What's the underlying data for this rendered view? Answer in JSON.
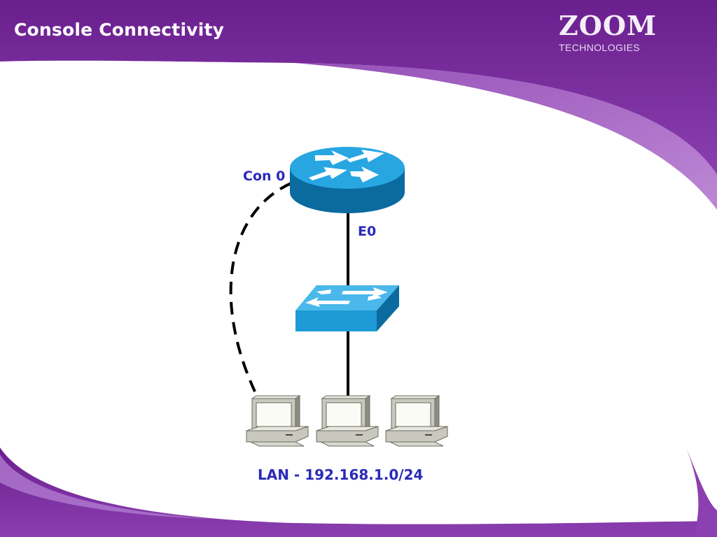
{
  "slide": {
    "title": "Console Connectivity",
    "logo": {
      "name": "ZOOM",
      "tagline": "TECHNOLOGIES"
    }
  },
  "diagram": {
    "nodes": [
      {
        "id": "router",
        "kind": "router-icon",
        "label": ""
      },
      {
        "id": "switch",
        "kind": "switch-icon",
        "label": ""
      },
      {
        "id": "pc1",
        "kind": "workstation-icon",
        "label": ""
      },
      {
        "id": "pc2",
        "kind": "workstation-icon",
        "label": ""
      },
      {
        "id": "pc3",
        "kind": "workstation-icon",
        "label": ""
      }
    ],
    "links": [
      {
        "from": "router",
        "to": "switch",
        "style": "solid",
        "port_label": "E0"
      },
      {
        "from": "switch",
        "to": "pc2",
        "style": "solid"
      },
      {
        "from": "router",
        "to": "pc1",
        "style": "dashed",
        "port_label": "Con 0"
      }
    ],
    "labels": {
      "console_port": "Con 0",
      "ethernet_port": "E0",
      "lan": "LAN - 192.168.1.0/24"
    }
  },
  "colors": {
    "banner": "#7a2a9c",
    "device_blue": "#1e9ad6",
    "label_text": "#2a2ab8"
  }
}
